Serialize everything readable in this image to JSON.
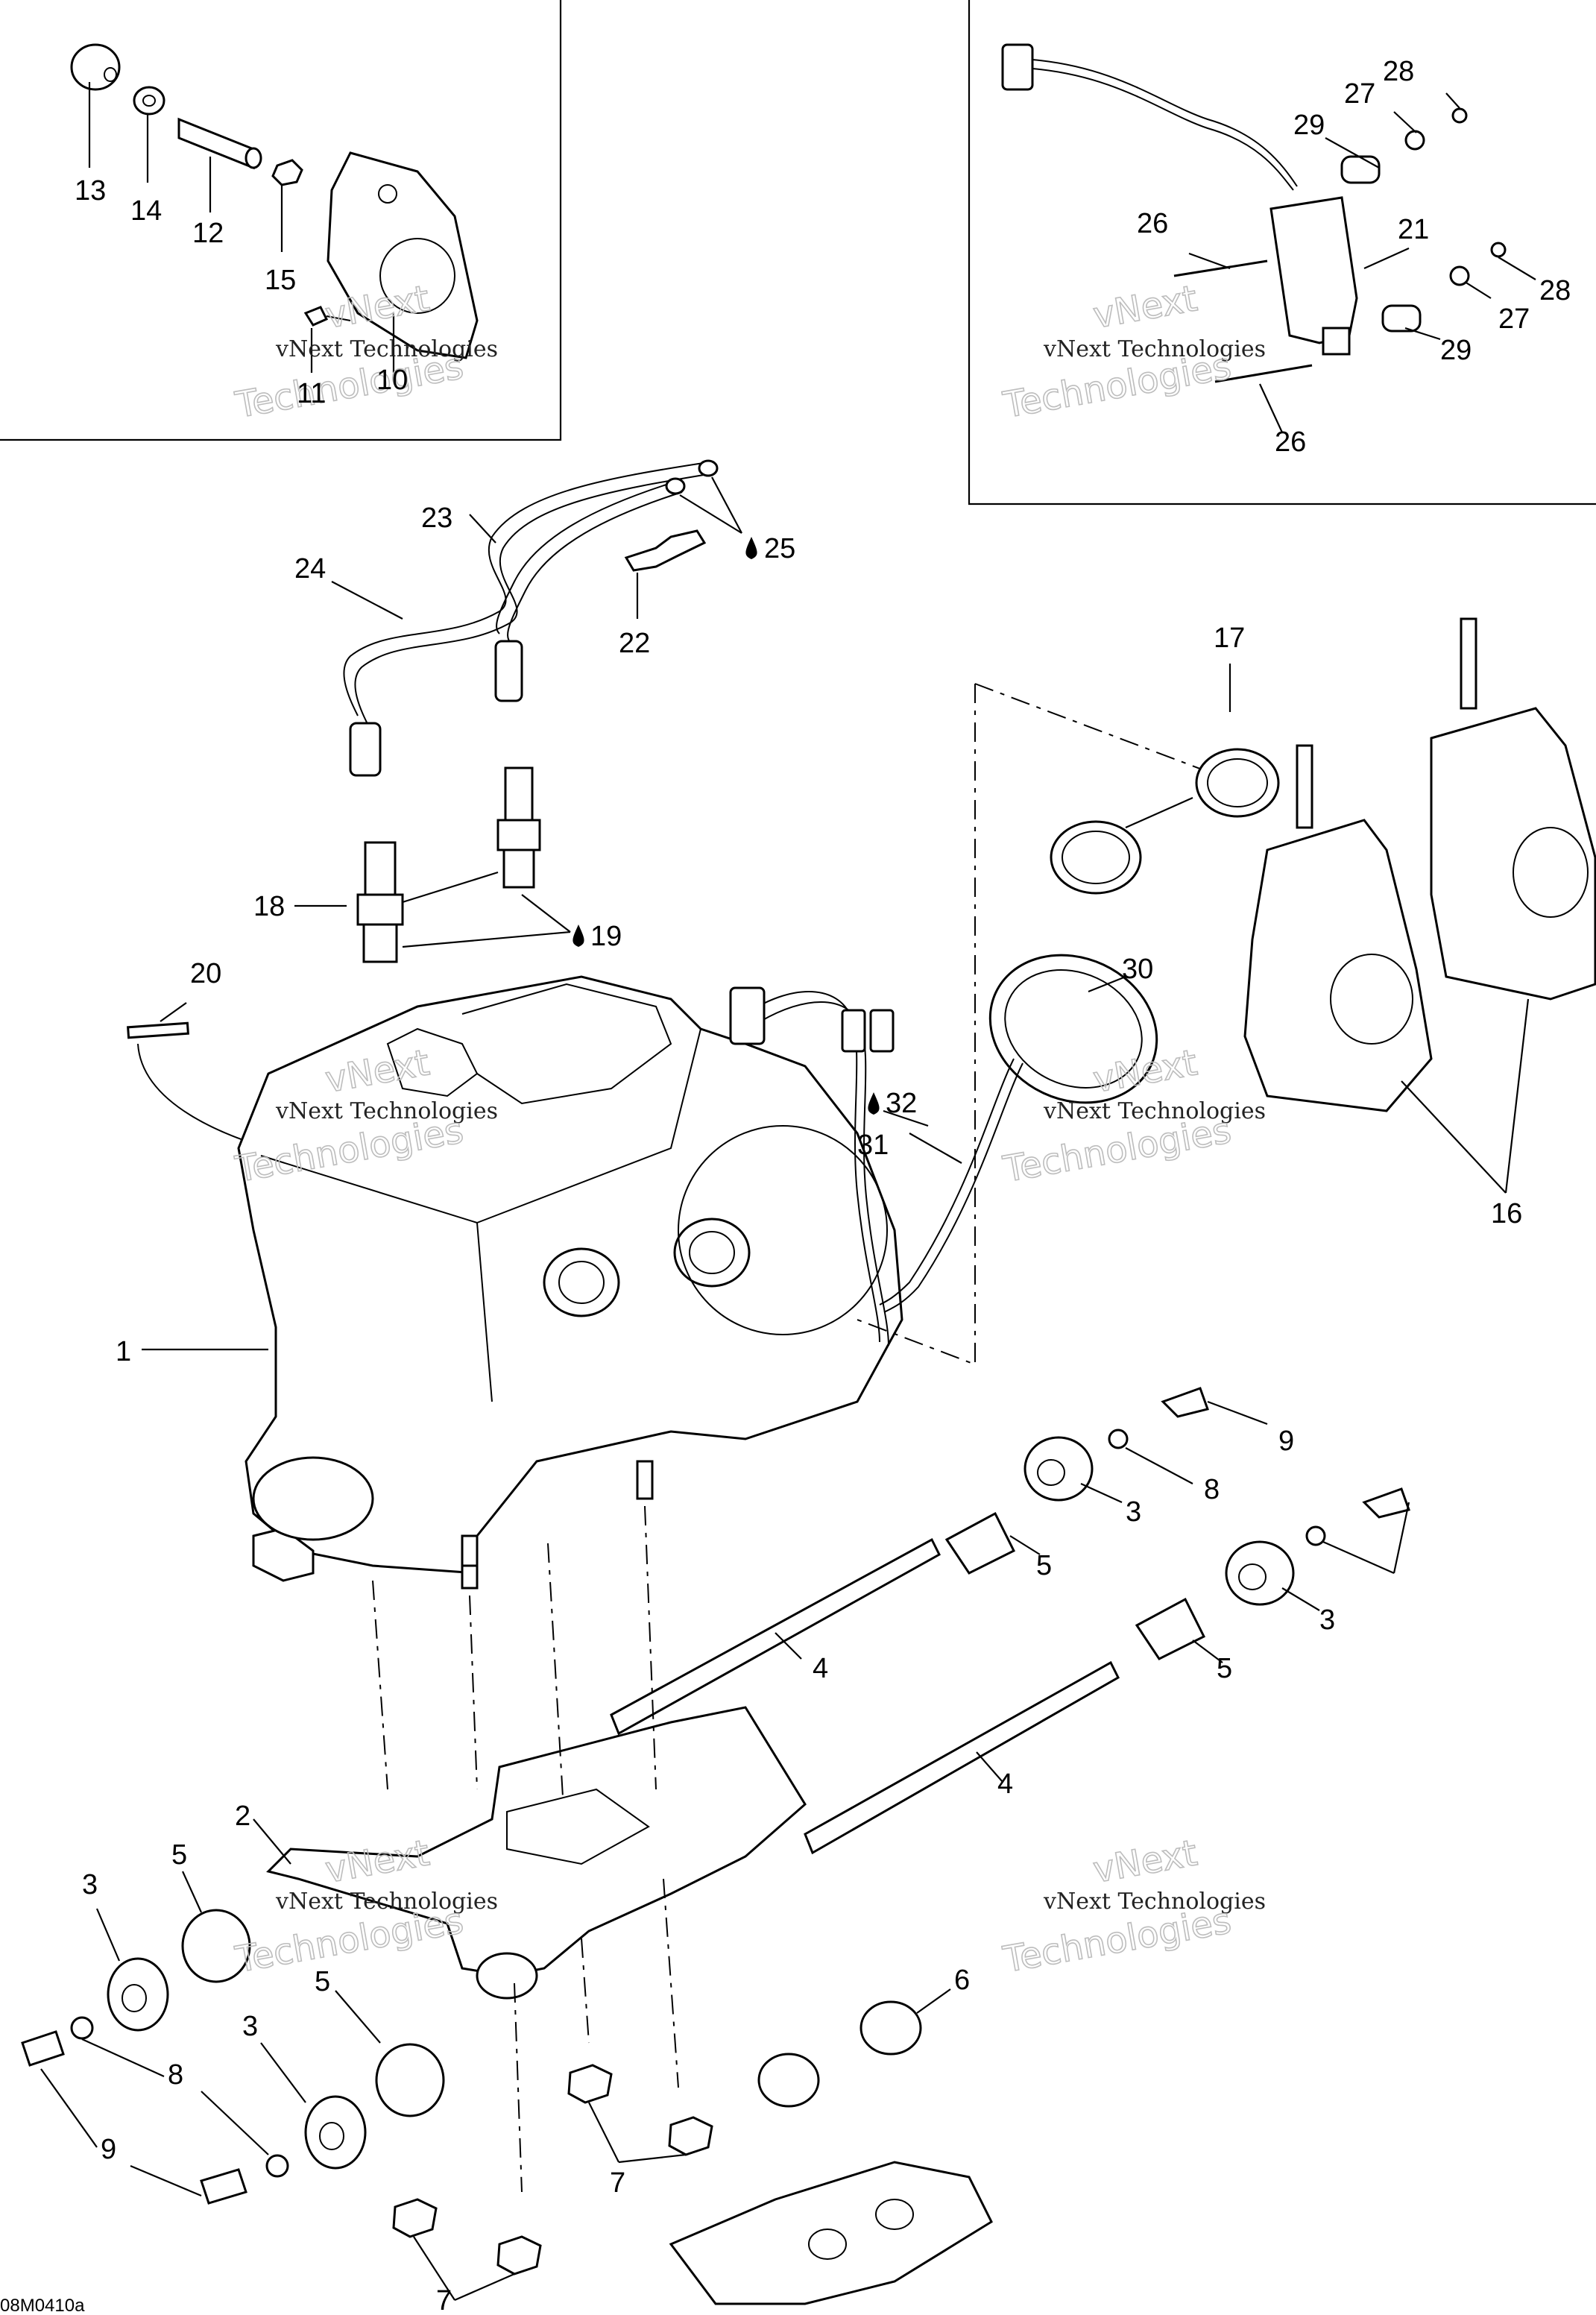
{
  "diagram": {
    "labels": {
      "l1": "1",
      "l2": "2",
      "l3a": "3",
      "l3b": "3",
      "l3c": "3",
      "l3d": "3",
      "l4a": "4",
      "l4b": "4",
      "l5a": "5",
      "l5b": "5",
      "l5c": "5",
      "l5d": "5",
      "l6": "6",
      "l7a": "7",
      "l7b": "7",
      "l8a": "8",
      "l8b": "8",
      "l9a": "9",
      "l9b": "9",
      "l10": "10",
      "l11": "11",
      "l12": "12",
      "l13": "13",
      "l14": "14",
      "l15": "15",
      "l16": "16",
      "l17": "17",
      "l18": "18",
      "l19": "19",
      "l20": "20",
      "l21": "21",
      "l22": "22",
      "l23": "23",
      "l24": "24",
      "l25": "25",
      "l26a": "26",
      "l26b": "26",
      "l27a": "27",
      "l27b": "27",
      "l28a": "28",
      "l28b": "28",
      "l29a": "29",
      "l29b": "29",
      "l30": "30",
      "l31": "31",
      "l32": "32"
    },
    "watermark": {
      "line1": "vNext Technologies",
      "line2a": "vNext",
      "line2b": "Technologies"
    },
    "drawing_code": "08M0410a",
    "icons": {
      "lubricant_drop": "drop-icon"
    }
  }
}
